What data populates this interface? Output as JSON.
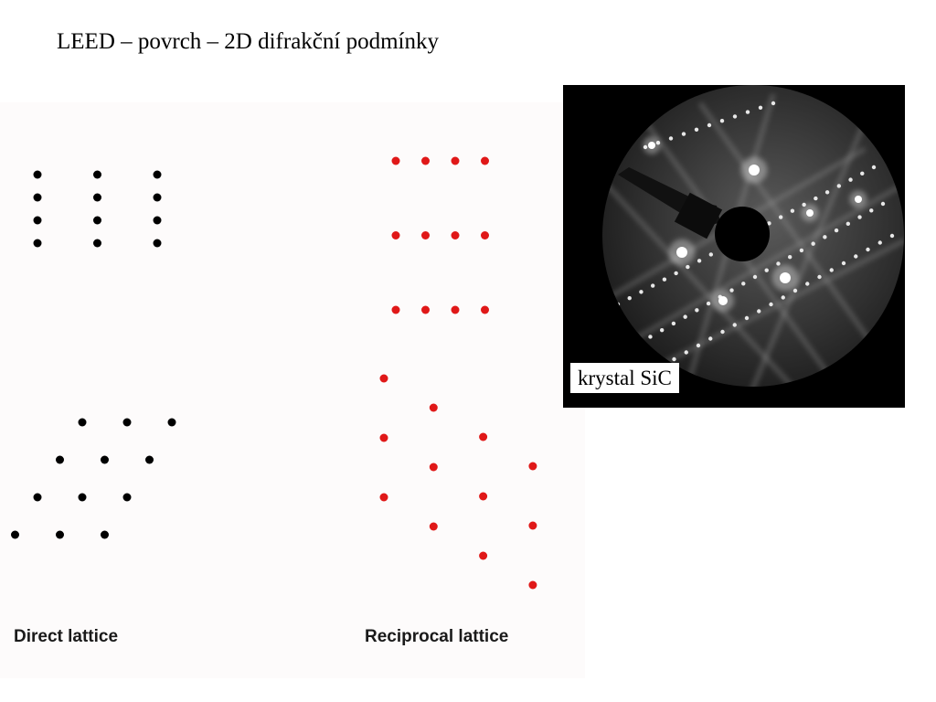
{
  "slide": {
    "title": "LEED – povrch – 2D difrakční podmínky"
  },
  "colors": {
    "direct_dot": "#000000",
    "reciprocal_dot": "#e01818",
    "panel_background": "#fdfbfb",
    "photo_background": "#000000"
  },
  "diagram": {
    "direct_lattice": {
      "label": "Direct lattice",
      "rectangular": {
        "columns": 3,
        "rows": 4
      },
      "oblique": {
        "columns": 3,
        "rows": 4
      }
    },
    "reciprocal_lattice": {
      "label": "Reciprocal lattice",
      "rectangular": {
        "columns": 4,
        "rows": 3
      },
      "oblique": {
        "columns": 4,
        "rows": 3
      }
    }
  },
  "photo": {
    "label": "krystal SiC"
  }
}
